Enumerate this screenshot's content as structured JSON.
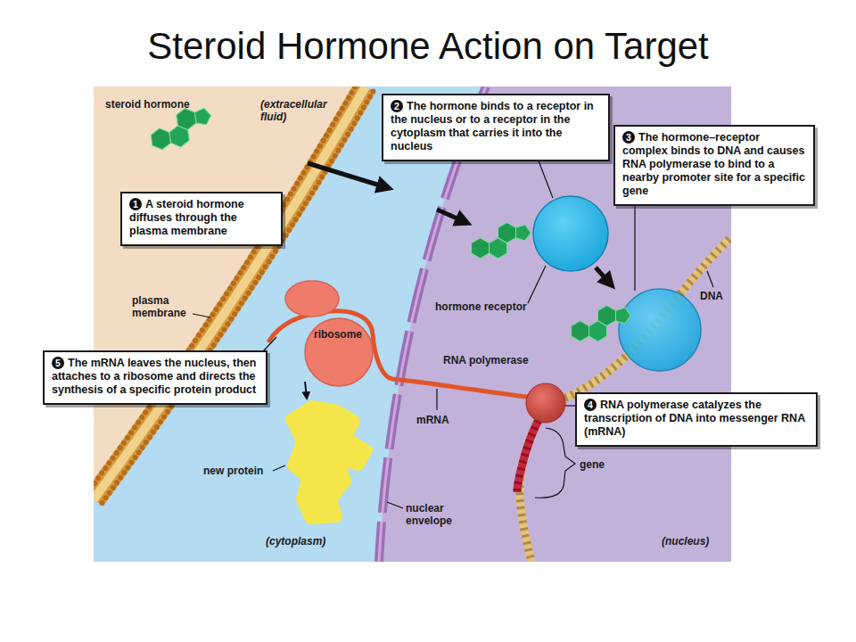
{
  "diagram": {
    "title": "Steroid Hormone Action on Target",
    "nodes": [
      {
        "text": [
          "1",
          "A steroid hormone diffuses through the plasma membrane"
        ]
      },
      {
        "text": [
          "2",
          "The hormone binds to a receptor in the nucleus or to a receptor in the cytoplasm that carries it into the nucleus"
        ]
      },
      {
        "text": [
          "3",
          "The hormone–receptor complex binds to DNA and causes RNA polymerase to bind to a nearby promoter site for a specific gene"
        ]
      },
      {
        "text": [
          "4",
          "RNA polymerase catalyzes the transcription of DNA into messenger RNA (mRNA)"
        ]
      },
      {
        "text": [
          "5",
          "The mRNA leaves the nucleus, then attaches to a ribosome and directs the synthesis of a specific protein product"
        ]
      }
    ],
    "labels": [
      "steroid hormone",
      "(extracellular fluid)",
      "plasma membrane",
      "ribosome",
      "hormone receptor",
      "RNA polymerase",
      "DNA",
      "mRNA",
      "gene",
      "new protein",
      "nuclear envelope",
      "(cytoplasm)",
      "(nucleus)"
    ]
  }
}
